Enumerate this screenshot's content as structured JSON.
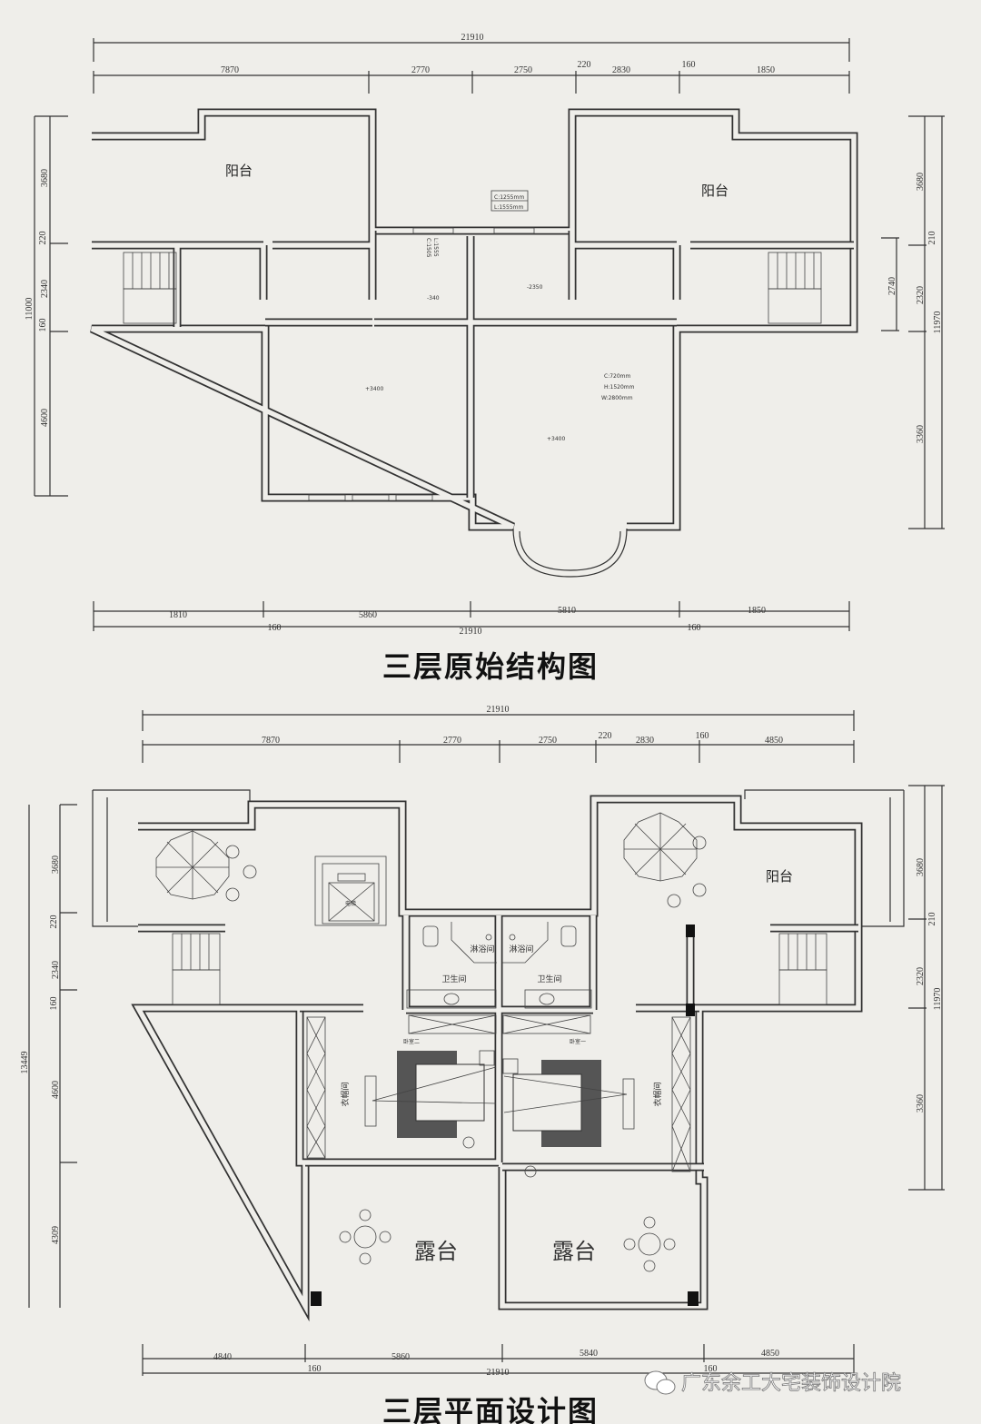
{
  "plan_original": {
    "title": "三层原始结构图",
    "dims_top": [
      "21910",
      "7870",
      "2770",
      "2750",
      "220",
      "2830",
      "160",
      "1850"
    ],
    "dims_left": [
      "3680",
      "220",
      "2340",
      "160",
      "4600",
      "11000"
    ],
    "dims_right": [
      "3680",
      "210",
      "2740",
      "2320",
      "11970",
      "3360"
    ],
    "dims_bottom": [
      "1810",
      "160",
      "5860",
      "5810",
      "1850",
      "160",
      "21910"
    ],
    "rooms": [
      "阳台",
      "阳台"
    ],
    "annotations": [
      "C:1255mm",
      "L:1555mm",
      "-340",
      "-2350",
      "+3400",
      "+3400",
      "C:1505",
      "L:1555",
      "C:720mm",
      "H:1520mm",
      "W:2800mm"
    ]
  },
  "plan_design": {
    "title": "三层平面设计图",
    "dims_top": [
      "21910",
      "7870",
      "2770",
      "2750",
      "220",
      "2830",
      "160",
      "4850"
    ],
    "dims_left": [
      "3680",
      "220",
      "2340",
      "160",
      "4600",
      "4309",
      "13449"
    ],
    "dims_right": [
      "3680",
      "210",
      "2320",
      "11970",
      "3360"
    ],
    "dims_bottom": [
      "4840",
      "160",
      "5860",
      "5840",
      "4850",
      "160",
      "21910"
    ],
    "rooms": [
      "阳台",
      "电梯",
      "淋浴间",
      "淋浴间",
      "卫生间",
      "卫生间",
      "卧室二",
      "卧室一",
      "衣帽间",
      "衣帽间",
      "露台",
      "露台"
    ]
  },
  "watermark": "广东余工大宅装饰设计院"
}
